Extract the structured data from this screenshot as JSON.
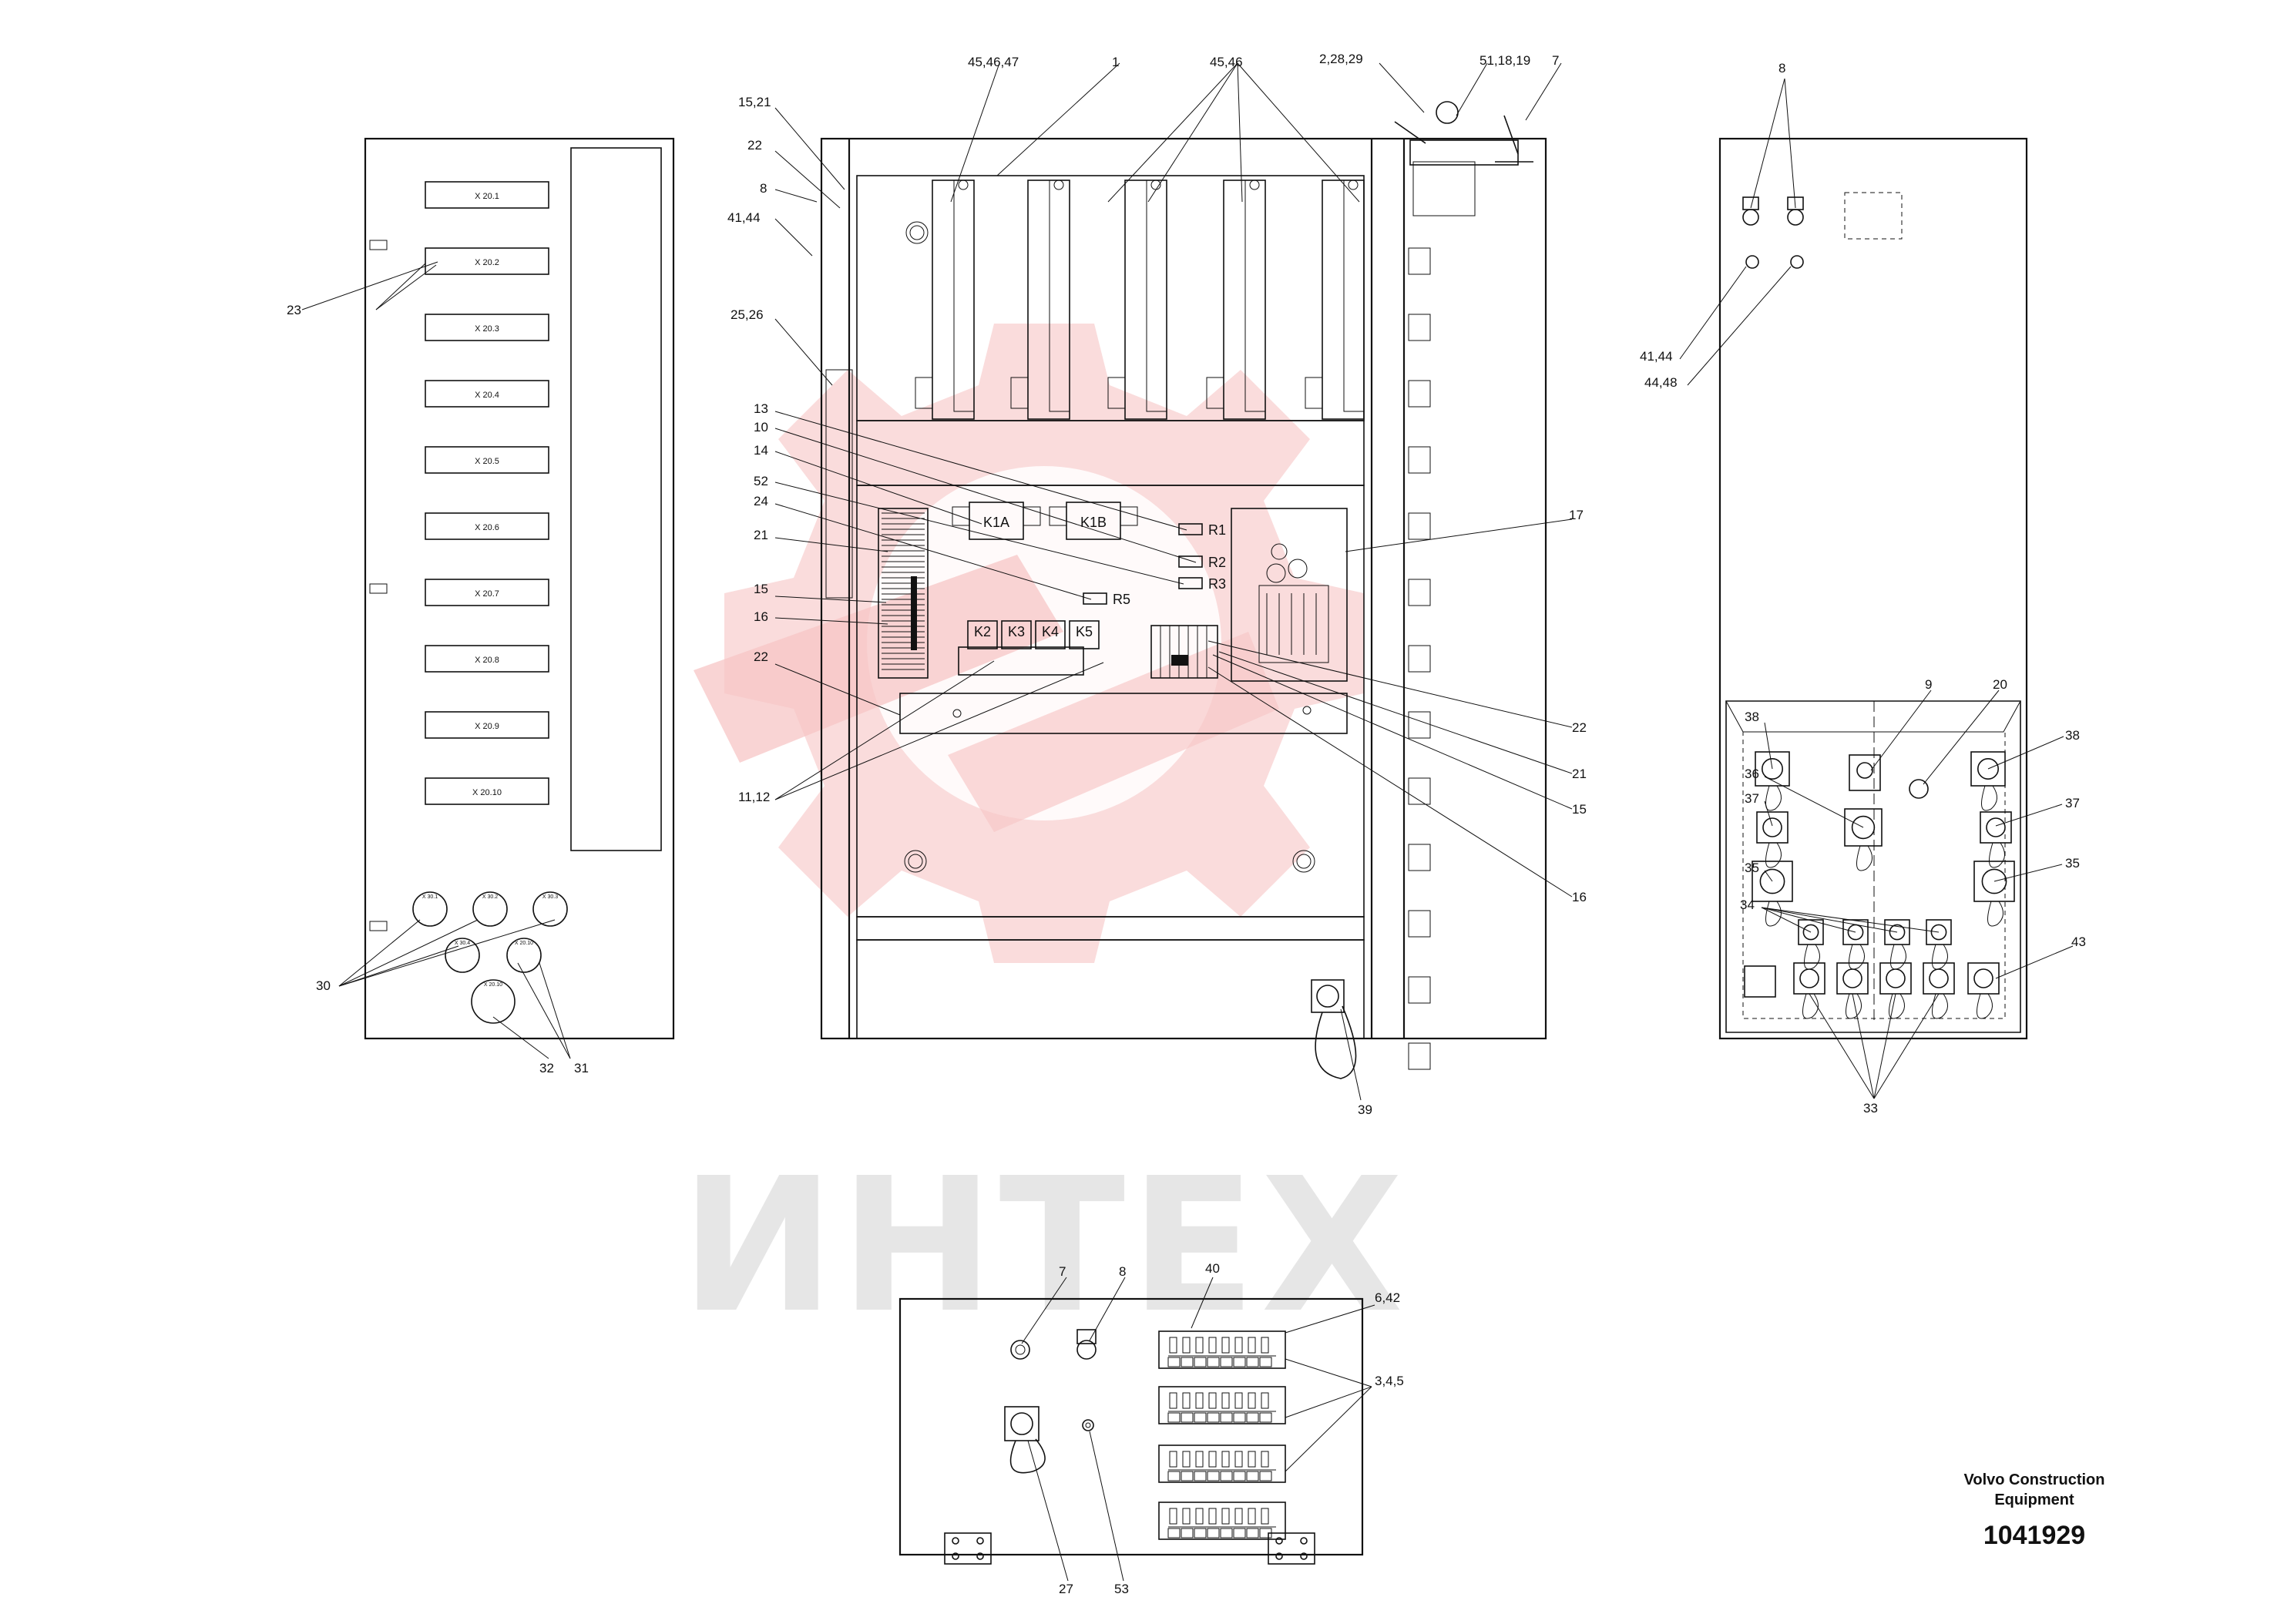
{
  "watermark": {
    "text": "ИНТЕХ",
    "logo_color": "#f7c6c6",
    "text_color": "#e6e6e6"
  },
  "branding": {
    "company_line1": "Volvo Construction",
    "company_line2": "Equipment",
    "drawing_number": "1041929"
  },
  "left_panel": {
    "slots": [
      "X 20.1",
      "X 20.2",
      "X 20.3",
      "X 20.4",
      "X 20.5",
      "X 20.6",
      "X 20.7",
      "X 20.8",
      "X 20.9",
      "X 20.10"
    ],
    "connectors": [
      "X 30.1",
      "X 30.2",
      "X 30.3",
      "X 30.4",
      "X 20.10",
      "X 20.10"
    ],
    "callouts": [
      "23",
      "30",
      "32",
      "31"
    ]
  },
  "center_panel": {
    "relays_top": [
      "K1A",
      "K1B"
    ],
    "relays_row": [
      "K2",
      "K3",
      "K4",
      "K5"
    ],
    "resistors": [
      "R1",
      "R2",
      "R3",
      "R5"
    ],
    "callouts_top": [
      "45,46,47",
      "1",
      "45,46",
      "2,28,29",
      "51,18,19",
      "7"
    ],
    "callouts_left": [
      "15,21",
      "22",
      "8",
      "41,44",
      "25,26",
      "13",
      "10",
      "14",
      "52",
      "24",
      "21",
      "15",
      "16",
      "22",
      "11,12"
    ],
    "callouts_right": [
      "17",
      "22",
      "21",
      "15",
      "16"
    ],
    "callout_bottom": "39"
  },
  "right_panel": {
    "callouts": [
      "8",
      "41,44",
      "44,48",
      "9",
      "20",
      "38",
      "38",
      "36",
      "37",
      "37",
      "35",
      "35",
      "34",
      "43",
      "33"
    ]
  },
  "bottom_panel": {
    "callouts": [
      "7",
      "8",
      "40",
      "6,42",
      "3,4,5",
      "27",
      "53"
    ]
  }
}
